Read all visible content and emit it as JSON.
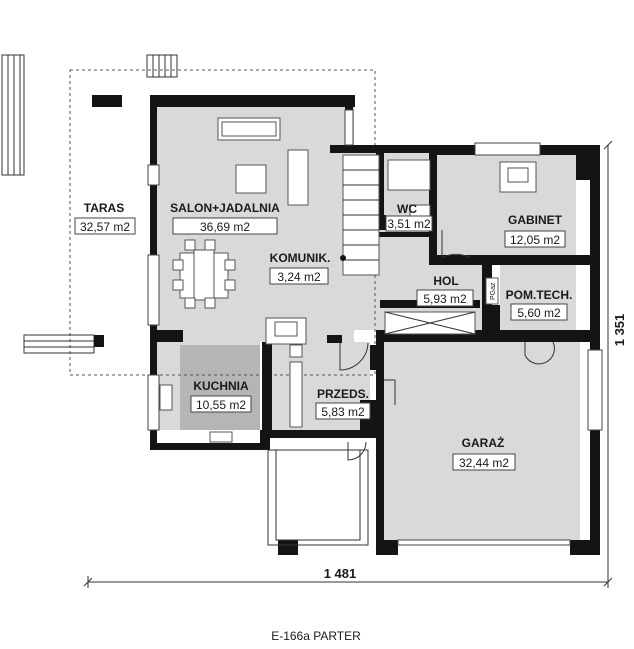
{
  "rooms": [
    {
      "name": "TARAS",
      "area": "32,57 m2"
    },
    {
      "name": "SALON+JADALNIA",
      "area": "36,69 m2"
    },
    {
      "name": "WC",
      "area": "3,51 m2"
    },
    {
      "name": "GABINET",
      "area": "12,05 m2"
    },
    {
      "name": "KOMUNIK.",
      "area": "3,24 m2"
    },
    {
      "name": "HOL",
      "area": "5,93 m2"
    },
    {
      "name": "POM.TECH.",
      "area": "5,60 m2"
    },
    {
      "name": "KUCHNIA",
      "area": "10,55 m2"
    },
    {
      "name": "PRZEDS.",
      "area": "5,83 m2"
    },
    {
      "name": "GARAŻ",
      "area": "32,44 m2"
    }
  ],
  "labels": {
    "boiler": "PGaz"
  },
  "dimensions": {
    "width": "1 481",
    "depth": "1 351"
  },
  "caption": "E-166a PARTER",
  "colors": {
    "wall": "#141414",
    "floor": "#d9d9d9",
    "kitchen": "#b5b5b5"
  }
}
